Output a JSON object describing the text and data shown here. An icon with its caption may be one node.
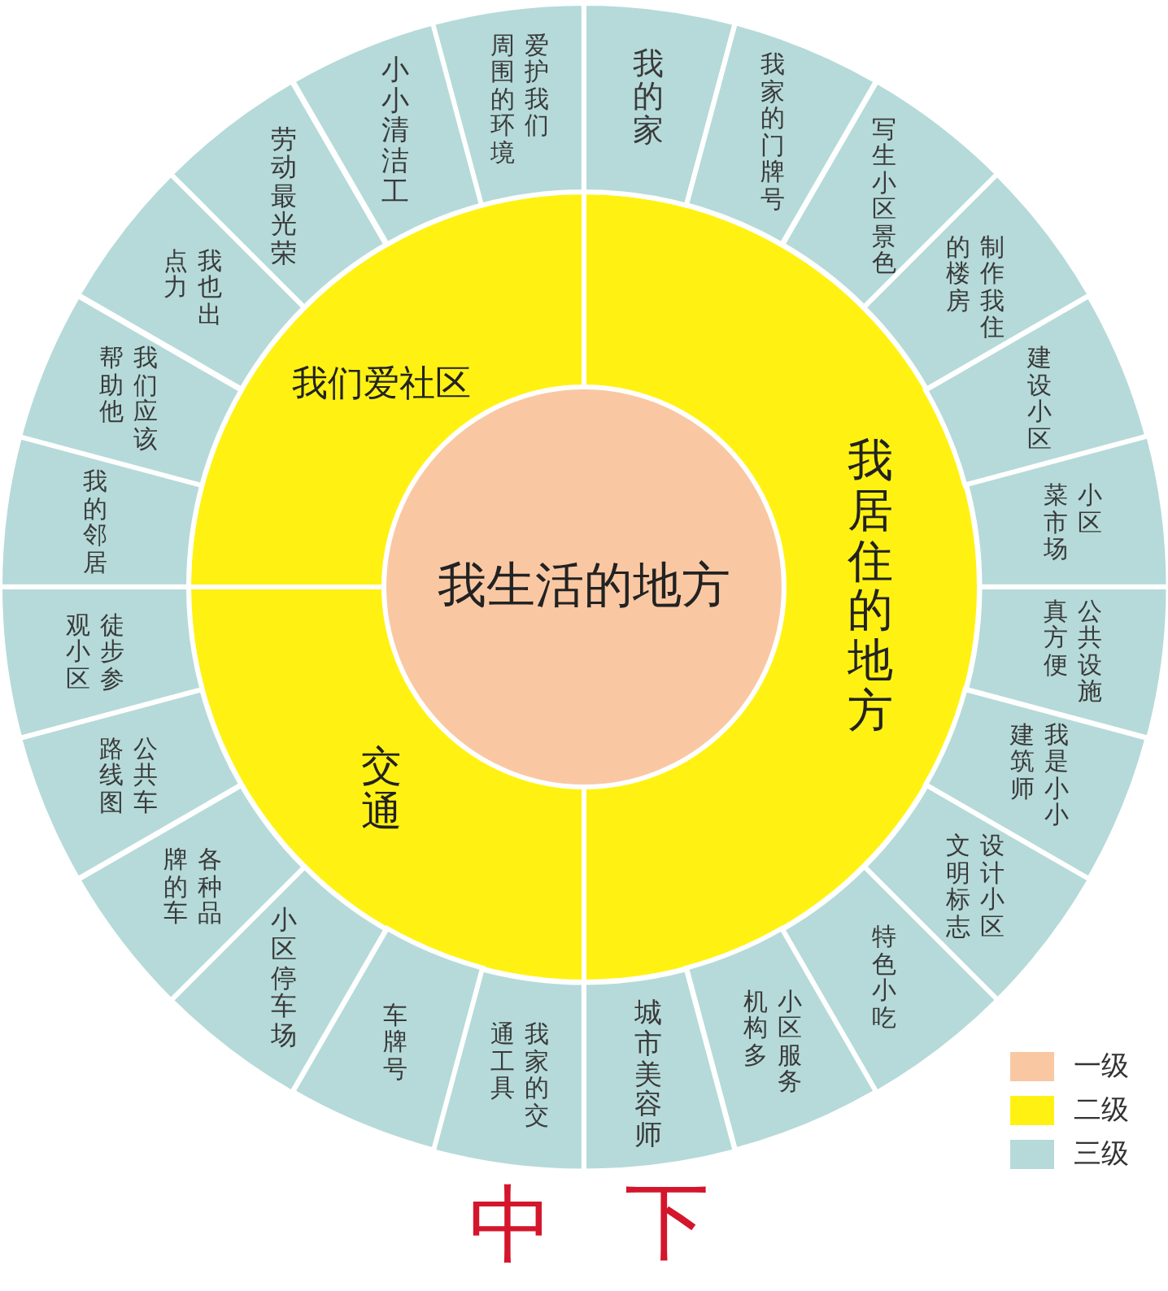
{
  "diagram": {
    "nodes": [
      {
        "text": [
          "我生活的地方"
        ]
      },
      {
        "text": [
          "我居住的地方"
        ]
      },
      {
        "text": [
          "交通"
        ]
      },
      {
        "text": [
          "我们爱社区"
        ]
      },
      {
        "text": [
          "我的家"
        ]
      },
      {
        "text": [
          "我家的门牌号"
        ]
      },
      {
        "text": [
          "写生小区景色"
        ]
      },
      {
        "text": [
          "制作我住的楼房"
        ]
      },
      {
        "text": [
          "建设小区"
        ]
      },
      {
        "text": [
          "小区菜市场"
        ]
      },
      {
        "text": [
          "公共设施真方便"
        ]
      },
      {
        "text": [
          "我是小小建筑师"
        ]
      },
      {
        "text": [
          "设计小区文明标志"
        ]
      },
      {
        "text": [
          "特色小吃"
        ]
      },
      {
        "text": [
          "小区服务机构多"
        ]
      },
      {
        "text": [
          "城市美容师"
        ]
      },
      {
        "text": [
          "我家的交通工具"
        ]
      },
      {
        "text": [
          "车牌号"
        ]
      },
      {
        "text": [
          "小区停车场"
        ]
      },
      {
        "text": [
          "各种品牌的车"
        ]
      },
      {
        "text": [
          "公共车路线图"
        ]
      },
      {
        "text": [
          "徒步参观小区"
        ]
      },
      {
        "text": [
          "我的邻居"
        ]
      },
      {
        "text": [
          "我们应该帮助他"
        ]
      },
      {
        "text": [
          "我也出点力"
        ]
      },
      {
        "text": [
          "劳动最光荣"
        ]
      },
      {
        "text": [
          "小小清洁工"
        ]
      },
      {
        "text": [
          "爱护我们周围的环境"
        ]
      }
    ],
    "labels": [
      "中",
      "下"
    ],
    "legend": [
      {
        "text": "一级",
        "color": "#f9c8a3"
      },
      {
        "text": "二级",
        "color": "#fff212"
      },
      {
        "text": "三级",
        "color": "#b5dad9"
      }
    ]
  }
}
